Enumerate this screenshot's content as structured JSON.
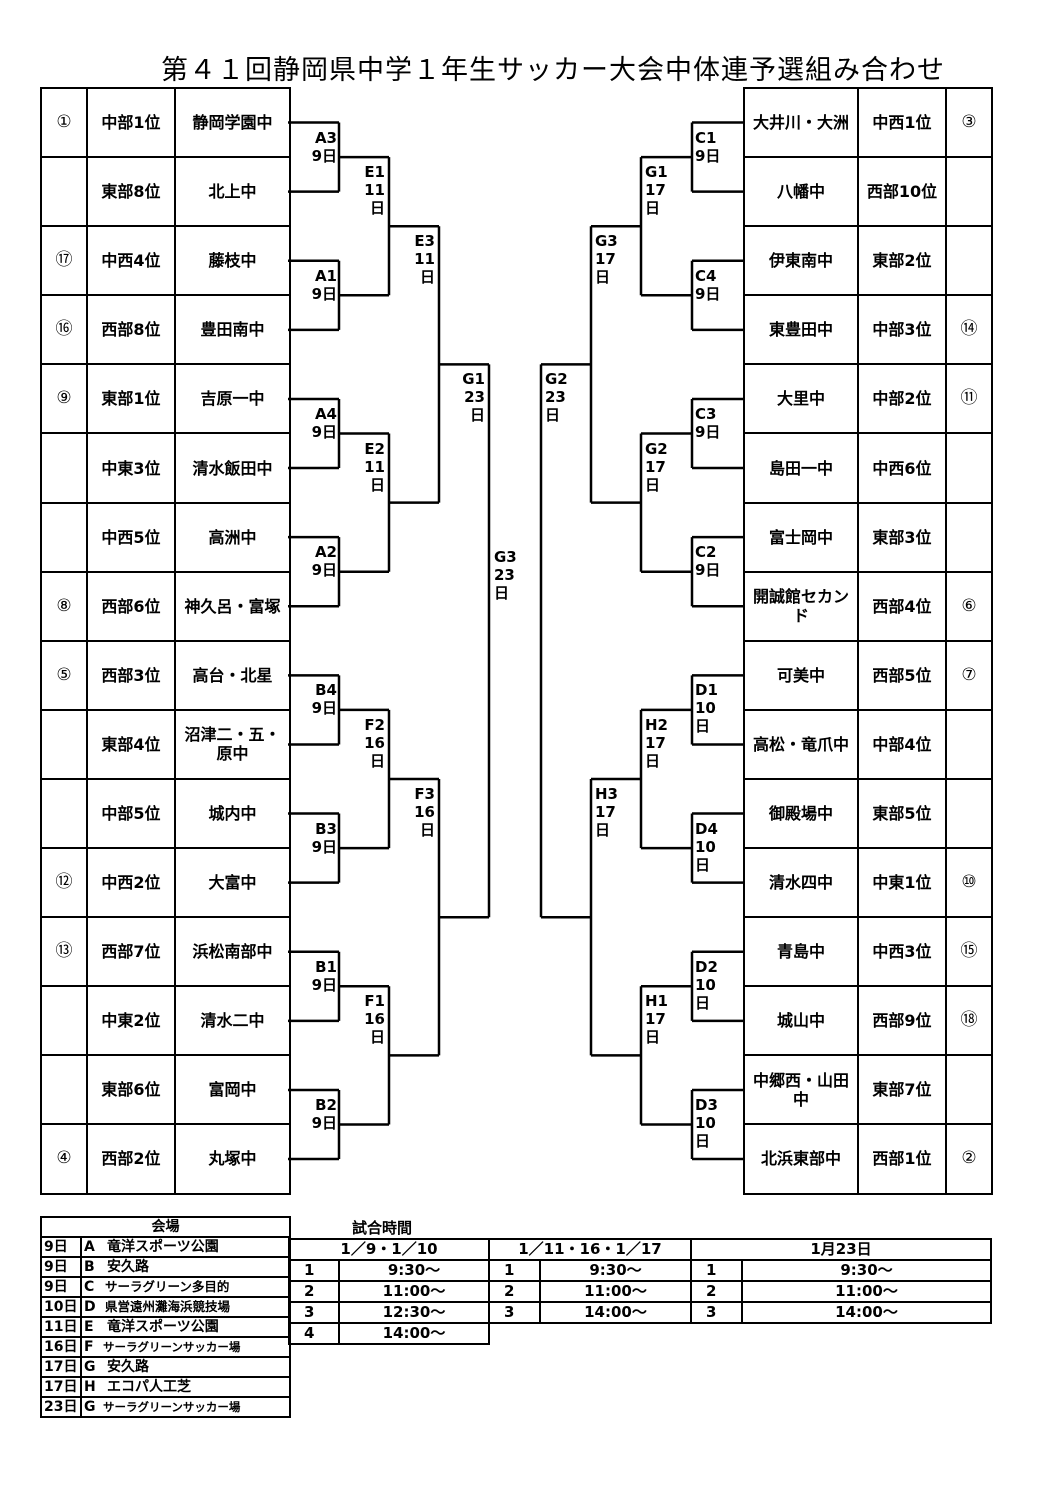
{
  "title": "第４１回静岡県中学１年生サッカー大会中体連予選組み合わせ",
  "left_teams": [
    {
      "seed": "①",
      "rank": "中部1位",
      "school": "静岡学園中"
    },
    {
      "seed": "",
      "rank": "東部8位",
      "school": "北上中"
    },
    {
      "seed": "⑰",
      "rank": "中西4位",
      "school": "藤枝中"
    },
    {
      "seed": "⑯",
      "rank": "西部8位",
      "school": "豊田南中"
    },
    {
      "seed": "⑨",
      "rank": "東部1位",
      "school": "吉原一中"
    },
    {
      "seed": "",
      "rank": "中東3位",
      "school": "清水飯田中"
    },
    {
      "seed": "",
      "rank": "中西5位",
      "school": "高洲中"
    },
    {
      "seed": "⑧",
      "rank": "西部6位",
      "school": "神久呂・富塚"
    },
    {
      "seed": "⑤",
      "rank": "西部3位",
      "school": "高台・北星"
    },
    {
      "seed": "",
      "rank": "東部4位",
      "school": "沼津二・五・原中"
    },
    {
      "seed": "",
      "rank": "中部5位",
      "school": "城内中"
    },
    {
      "seed": "⑫",
      "rank": "中西2位",
      "school": "大富中"
    },
    {
      "seed": "⑬",
      "rank": "西部7位",
      "school": "浜松南部中"
    },
    {
      "seed": "",
      "rank": "中東2位",
      "school": "清水二中"
    },
    {
      "seed": "",
      "rank": "東部6位",
      "school": "富岡中"
    },
    {
      "seed": "④",
      "rank": "西部2位",
      "school": "丸塚中"
    }
  ],
  "right_teams": [
    {
      "school": "大井川・大洲",
      "rank": "中西1位",
      "seed": "③"
    },
    {
      "school": "八幡中",
      "rank": "西部10位",
      "seed": ""
    },
    {
      "school": "伊東南中",
      "rank": "東部2位",
      "seed": ""
    },
    {
      "school": "東豊田中",
      "rank": "中部3位",
      "seed": "⑭"
    },
    {
      "school": "大里中",
      "rank": "中部2位",
      "seed": "⑪"
    },
    {
      "school": "島田一中",
      "rank": "中西6位",
      "seed": ""
    },
    {
      "school": "富士岡中",
      "rank": "東部3位",
      "seed": ""
    },
    {
      "school": "開誠館セカンド",
      "rank": "西部4位",
      "seed": "⑥"
    },
    {
      "school": "可美中",
      "rank": "西部5位",
      "seed": "⑦"
    },
    {
      "school": "高松・竜爪中",
      "rank": "中部4位",
      "seed": ""
    },
    {
      "school": "御殿場中",
      "rank": "東部5位",
      "seed": ""
    },
    {
      "school": "清水四中",
      "rank": "中東1位",
      "seed": "⑩"
    },
    {
      "school": "青島中",
      "rank": "中西3位",
      "seed": "⑮"
    },
    {
      "school": "城山中",
      "rank": "西部9位",
      "seed": "⑱"
    },
    {
      "school": "中郷西・山田中",
      "rank": "東部7位",
      "seed": ""
    },
    {
      "school": "北浜東部中",
      "rank": "西部1位",
      "seed": "②"
    }
  ],
  "bracket": {
    "left": {
      "round1": [
        {
          "code": "A3",
          "day": "9日"
        },
        {
          "code": "A1",
          "day": "9日"
        },
        {
          "code": "A4",
          "day": "9日"
        },
        {
          "code": "A2",
          "day": "9日"
        },
        {
          "code": "B4",
          "day": "9日"
        },
        {
          "code": "B3",
          "day": "9日"
        },
        {
          "code": "B1",
          "day": "9日"
        },
        {
          "code": "B2",
          "day": "9日"
        }
      ],
      "round2": [
        {
          "code": "E1",
          "day": "11",
          "unit": "日"
        },
        {
          "code": "E2",
          "day": "11",
          "unit": "日"
        },
        {
          "code": "F2",
          "day": "16",
          "unit": "日"
        },
        {
          "code": "F1",
          "day": "16",
          "unit": "日"
        }
      ],
      "round3": [
        {
          "code": "E3",
          "day": "11",
          "unit": "日"
        },
        {
          "code": "F3",
          "day": "16",
          "unit": "日"
        }
      ],
      "semi": {
        "code": "G1",
        "day": "23",
        "unit": "日"
      }
    },
    "right": {
      "round1": [
        {
          "code": "C1",
          "day": "9日"
        },
        {
          "code": "C4",
          "day": "9日"
        },
        {
          "code": "C3",
          "day": "9日"
        },
        {
          "code": "C2",
          "day": "9日"
        },
        {
          "code": "D1",
          "day": "10",
          "unit": "日"
        },
        {
          "code": "D4",
          "day": "10",
          "unit": "日"
        },
        {
          "code": "D2",
          "day": "10",
          "unit": "日"
        },
        {
          "code": "D3",
          "day": "10",
          "unit": "日"
        }
      ],
      "round2": [
        {
          "code": "G1",
          "day": "17",
          "unit": "日"
        },
        {
          "code": "G2",
          "day": "17",
          "unit": "日"
        },
        {
          "code": "H2",
          "day": "17",
          "unit": "日"
        },
        {
          "code": "H1",
          "day": "17",
          "unit": "日"
        }
      ],
      "round3": [
        {
          "code": "G3",
          "day": "17",
          "unit": "日"
        },
        {
          "code": "H3",
          "day": "17",
          "unit": "日"
        }
      ],
      "semi": {
        "code": "G2",
        "day": "23",
        "unit": "日"
      }
    },
    "final": {
      "code": "G3",
      "day": "23",
      "unit": "日"
    }
  },
  "venues": {
    "header": "会場",
    "rows": [
      {
        "day": "9日",
        "code": "A",
        "name": "竜洋スポーツ公園",
        "size": "normal"
      },
      {
        "day": "9日",
        "code": "B",
        "name": "安久路",
        "size": "normal"
      },
      {
        "day": "9日",
        "code": "C",
        "name": "サーラグリーン多目的",
        "size": "mid"
      },
      {
        "day": "10日",
        "code": "D",
        "name": "県営遠州灘海浜競技場",
        "size": "mid"
      },
      {
        "day": "11日",
        "code": "E",
        "name": "竜洋スポーツ公園",
        "size": "normal"
      },
      {
        "day": "16日",
        "code": "F",
        "name": "サーラグリーンサッカー場",
        "size": "small"
      },
      {
        "day": "17日",
        "code": "G",
        "name": "安久路",
        "size": "normal"
      },
      {
        "day": "17日",
        "code": "H",
        "name": "エコパ人工芝",
        "size": "normal"
      },
      {
        "day": "23日",
        "code": "G",
        "name": "サーラグリーンサッカー場",
        "size": "small"
      }
    ]
  },
  "match_times": {
    "header": "試合時間",
    "groups": [
      {
        "dates": "1／9・1／10",
        "slots": [
          {
            "no": "1",
            "time": "9:30～"
          },
          {
            "no": "2",
            "time": "11:00～"
          },
          {
            "no": "3",
            "time": "12:30～"
          },
          {
            "no": "4",
            "time": "14:00～"
          }
        ]
      },
      {
        "dates": "1／11・16・1／17",
        "slots": [
          {
            "no": "1",
            "time": "9:30～"
          },
          {
            "no": "2",
            "time": "11:00～"
          },
          {
            "no": "3",
            "time": "14:00～"
          }
        ]
      },
      {
        "dates": "1月23日",
        "slots": [
          {
            "no": "1",
            "time": "9:30～"
          },
          {
            "no": "2",
            "time": "11:00～"
          },
          {
            "no": "3",
            "time": "14:00～"
          }
        ]
      }
    ]
  }
}
